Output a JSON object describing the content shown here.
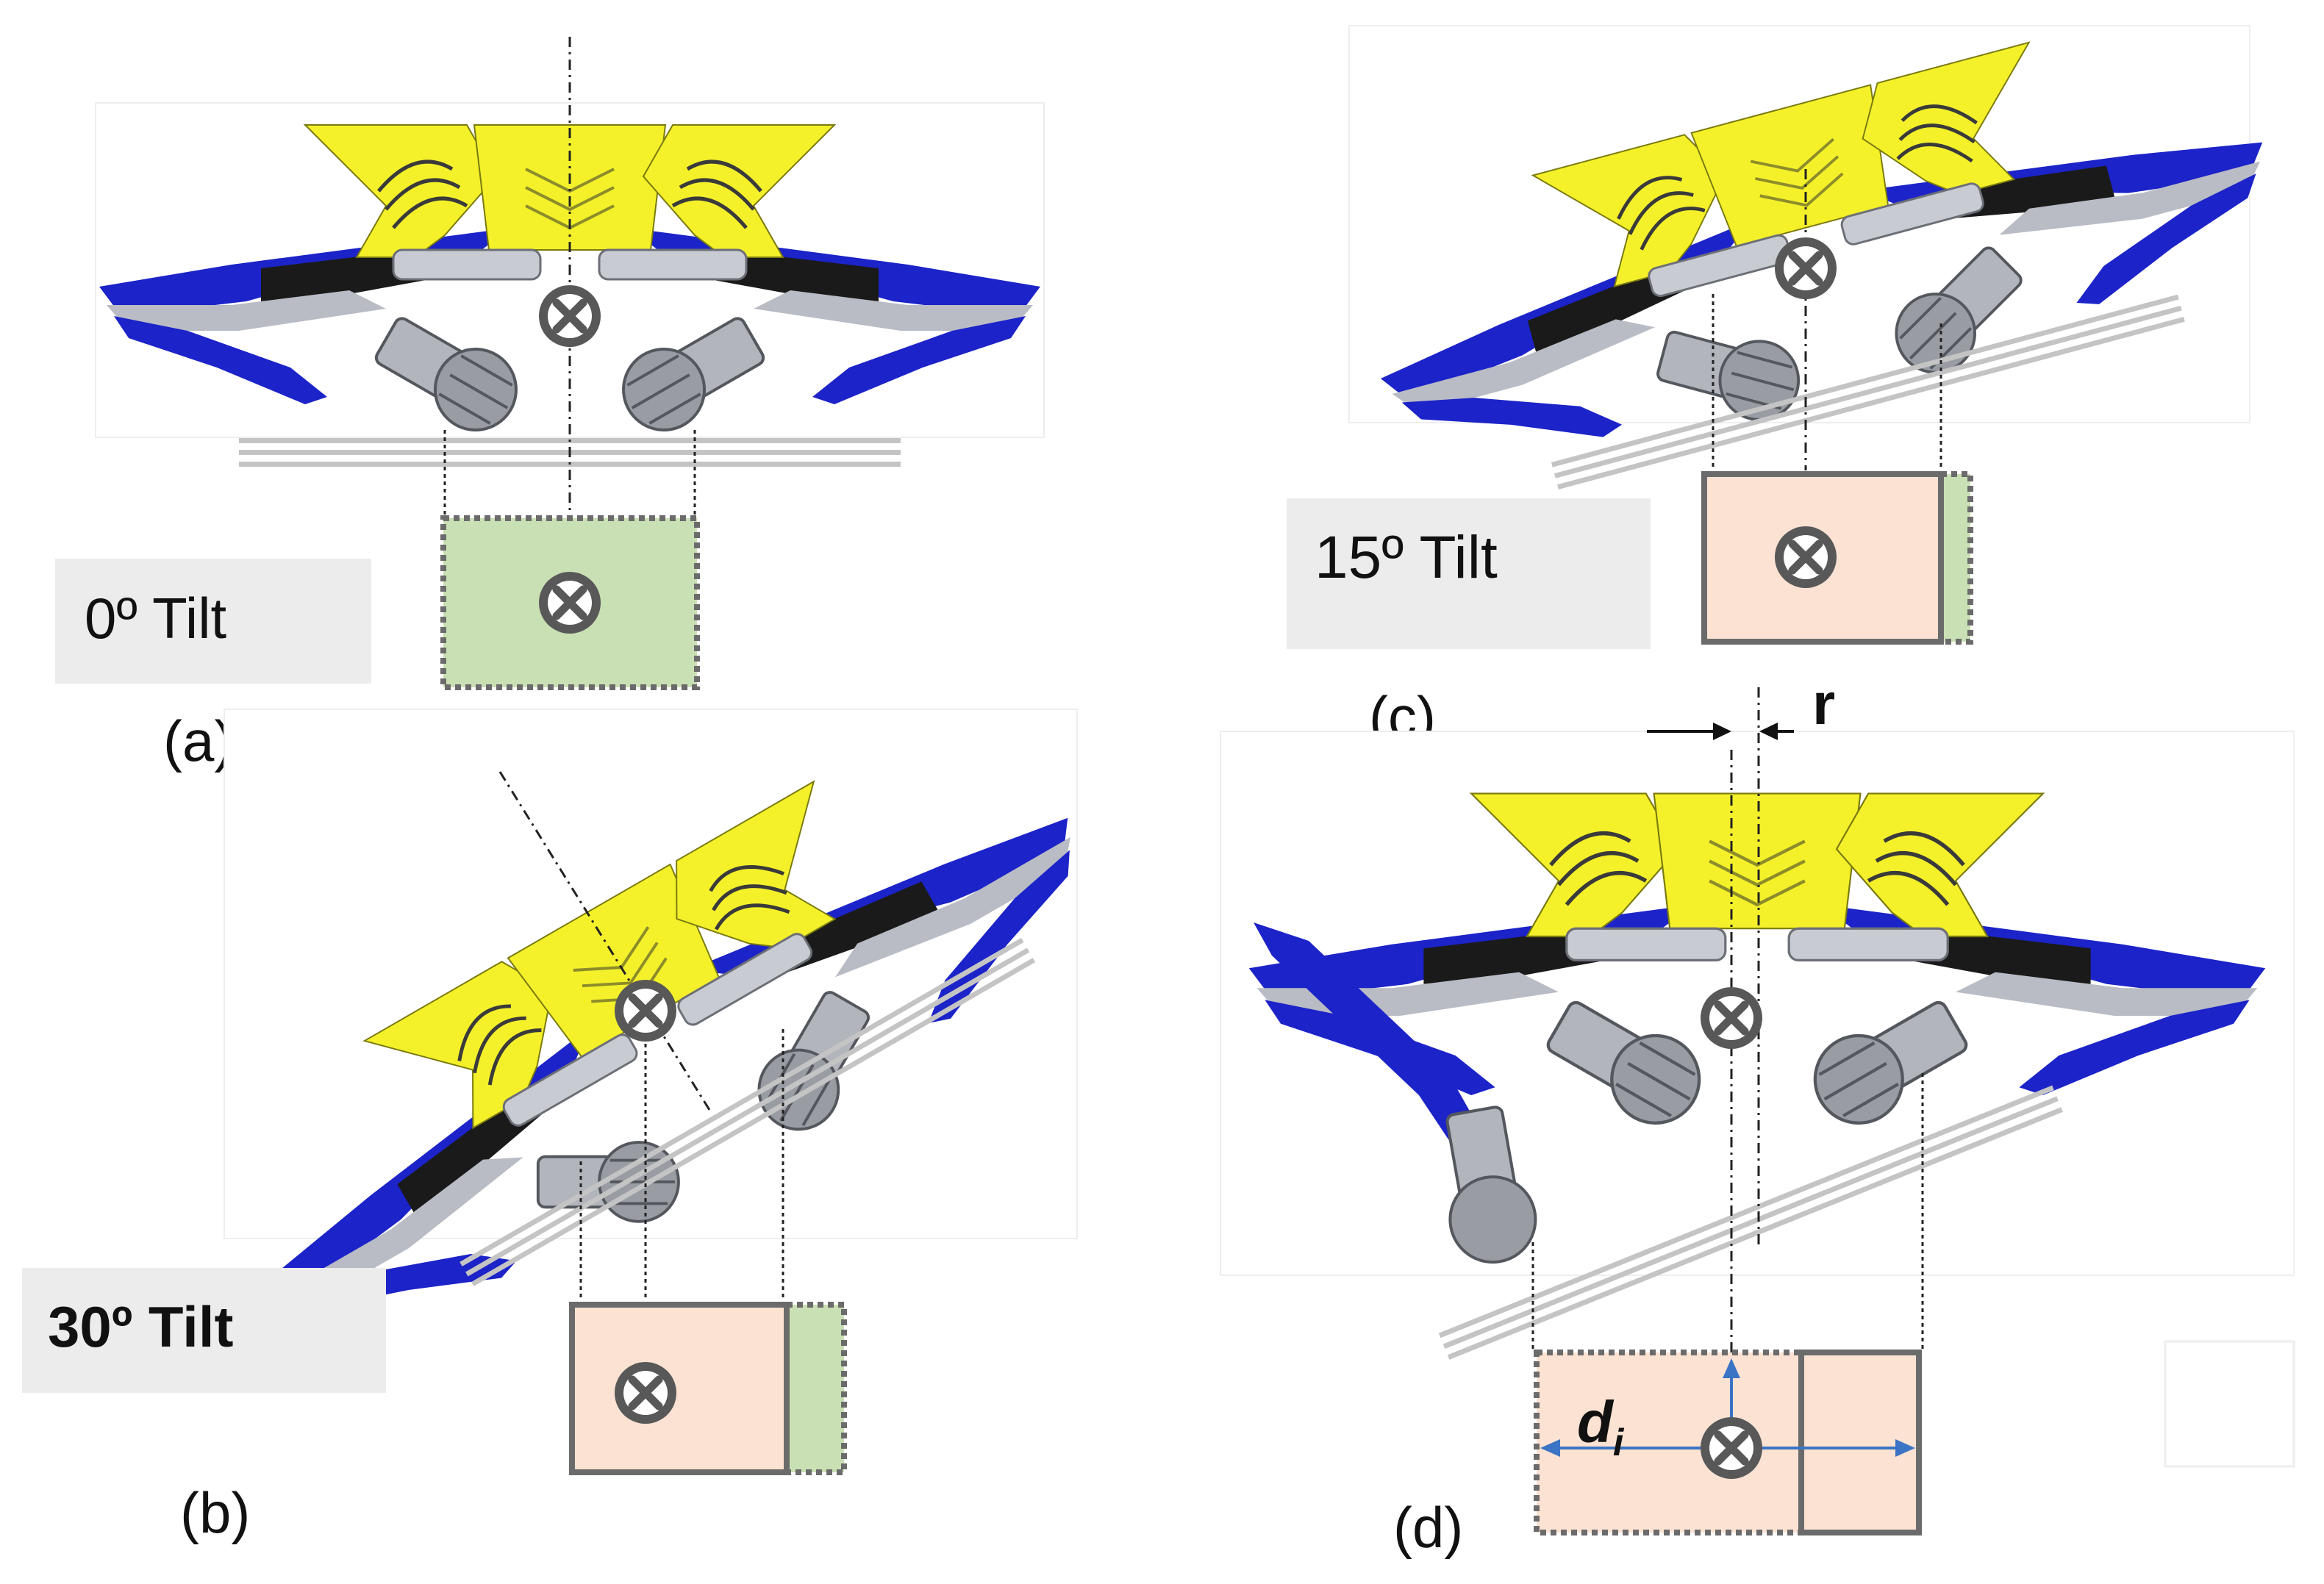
{
  "panels": [
    {
      "id": "a",
      "caption": "(a)",
      "tilt_label": "0º Tilt",
      "tilt_deg": 0
    },
    {
      "id": "b",
      "caption": "(b)",
      "tilt_label": "30º Tilt",
      "tilt_deg": 30
    },
    {
      "id": "c",
      "caption": "(c)",
      "tilt_label": "15º Tilt",
      "tilt_deg": 15
    },
    {
      "id": "d",
      "caption": "(d)",
      "offset_label": "r",
      "distance_label_main": "d",
      "distance_label_sub": "i"
    }
  ],
  "colors": {
    "frame_yellow": "#f4f12a",
    "wing_blue": "#1c23c8",
    "wing_black": "#1a1a1a",
    "joint_grey": "#9a9ca4",
    "support_green": "#c9e0b4",
    "support_peach": "#fbe2d2",
    "support_border": "#6b6b6b",
    "label_box": "#ececec",
    "arrow_blue": "#3b74c4",
    "ground": "#c4c4c4",
    "com_grey": "#585858"
  },
  "icons": {
    "center_of_mass": "center-of-mass-icon"
  }
}
